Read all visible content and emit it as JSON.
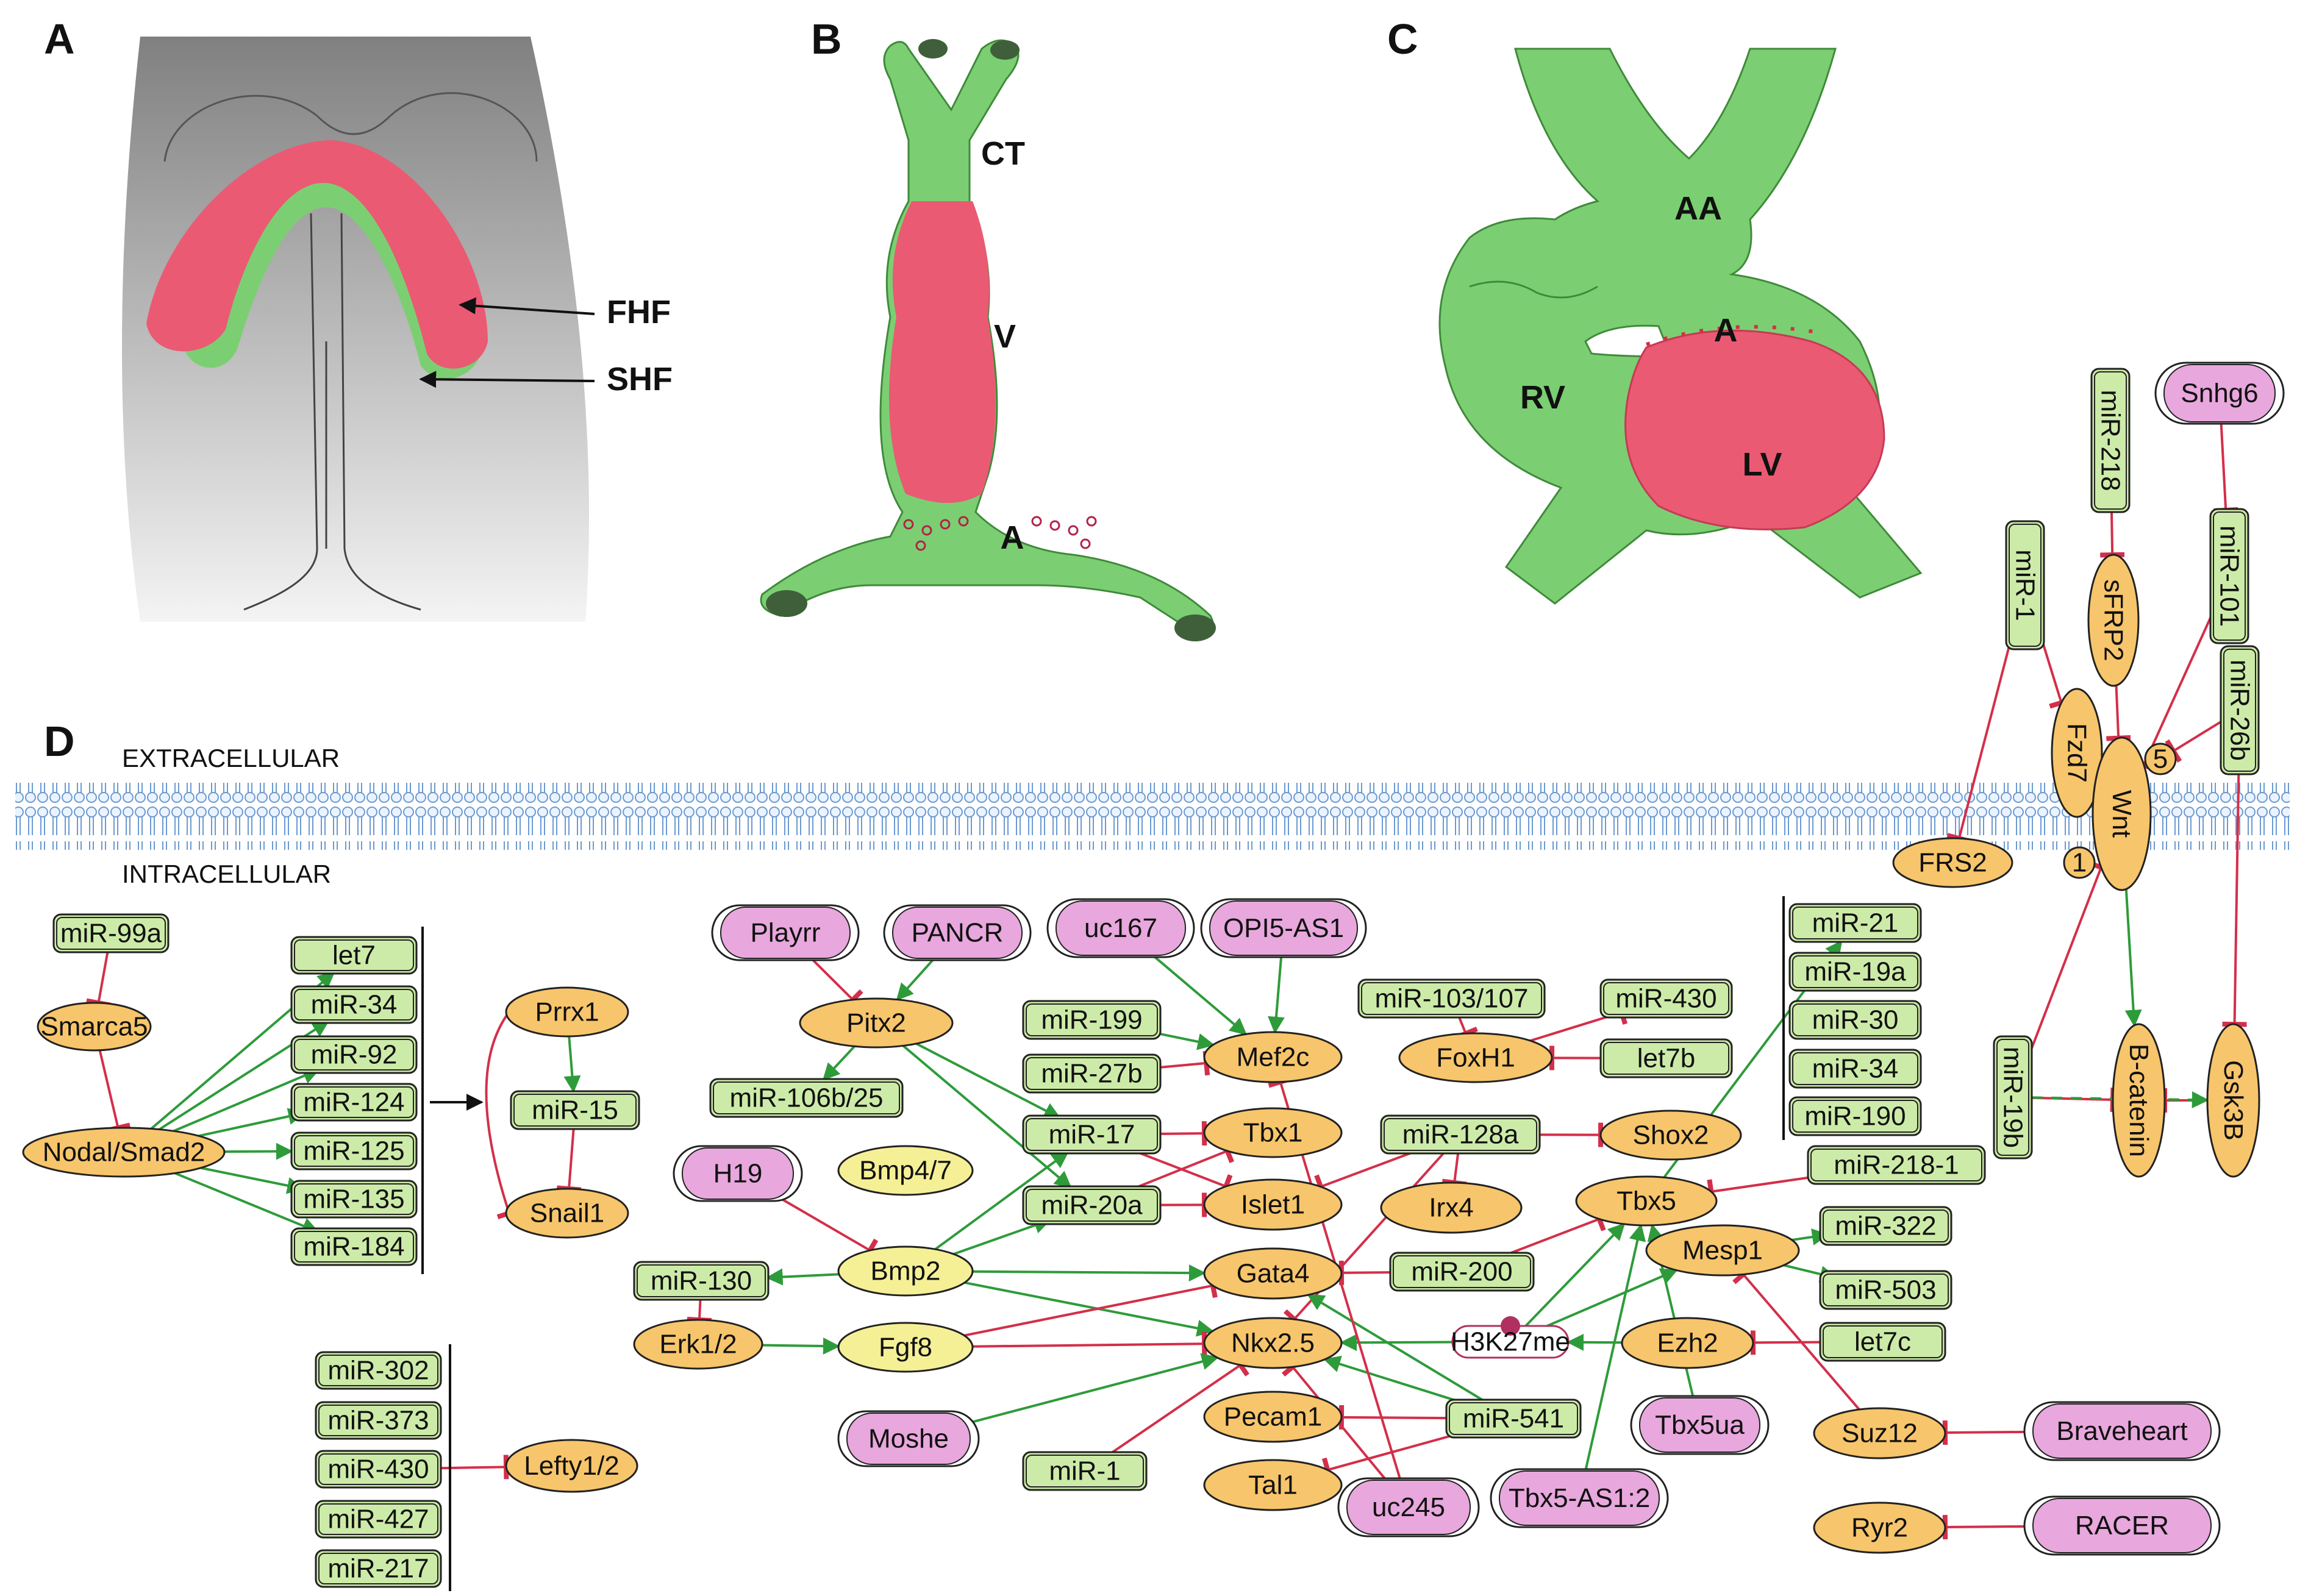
{
  "panels": {
    "a": "A",
    "b": "B",
    "c": "C",
    "d": "D"
  },
  "panel_a": {
    "fhf": "FHF",
    "shf": "SHF"
  },
  "panel_b": {
    "ct": "CT",
    "v": "V",
    "a": "A"
  },
  "panel_c": {
    "aa": "AA",
    "a": "A",
    "rv": "RV",
    "lv": "LV"
  },
  "panel_d": {
    "extracellular": "EXTRACELLULAR",
    "intracellular": "INTRACELLULAR"
  },
  "colors": {
    "fhf_red": "#ea5a73",
    "shf_green": "#7bcf72",
    "protein": "#f7c56b",
    "ligand": "#f5f096",
    "mirna": "#cdeba8",
    "lncrna": "#e8a7dd",
    "activation": "#2e9b3a",
    "inhibition": "#d32f4a",
    "methyl_mark": "#b03060"
  },
  "legend_shapes": {
    "protein": "orange ellipse",
    "ligand": "yellow ellipse",
    "mirna": "green rounded box",
    "lncrna": "pink double-rounded box"
  },
  "nodes": [
    {
      "id": "mir99a",
      "label": "miR-99a",
      "kind": "mirna"
    },
    {
      "id": "smarca5",
      "label": "Smarca5",
      "kind": "protein"
    },
    {
      "id": "nodal",
      "label": "Nodal/Smad2",
      "kind": "protein"
    },
    {
      "id": "let7",
      "label": "let7",
      "kind": "mirna"
    },
    {
      "id": "mir34a",
      "label": "miR-34",
      "kind": "mirna"
    },
    {
      "id": "mir92",
      "label": "miR-92",
      "kind": "mirna"
    },
    {
      "id": "mir124",
      "label": "miR-124",
      "kind": "mirna"
    },
    {
      "id": "mir125",
      "label": "miR-125",
      "kind": "mirna"
    },
    {
      "id": "mir135",
      "label": "miR-135",
      "kind": "mirna"
    },
    {
      "id": "mir184",
      "label": "miR-184",
      "kind": "mirna"
    },
    {
      "id": "prrx1",
      "label": "Prrx1",
      "kind": "protein"
    },
    {
      "id": "mir15",
      "label": "miR-15",
      "kind": "mirna"
    },
    {
      "id": "snail1",
      "label": "Snail1",
      "kind": "protein"
    },
    {
      "id": "mir302",
      "label": "miR-302",
      "kind": "mirna"
    },
    {
      "id": "mir373",
      "label": "miR-373",
      "kind": "mirna"
    },
    {
      "id": "mir430b",
      "label": "miR-430",
      "kind": "mirna"
    },
    {
      "id": "mir427",
      "label": "miR-427",
      "kind": "mirna"
    },
    {
      "id": "mir217",
      "label": "miR-217",
      "kind": "mirna"
    },
    {
      "id": "lefty",
      "label": "Lefty1/2",
      "kind": "protein"
    },
    {
      "id": "playrr",
      "label": "Playrr",
      "kind": "lncrna"
    },
    {
      "id": "pancr",
      "label": "PANCR",
      "kind": "lncrna"
    },
    {
      "id": "pitx2",
      "label": "Pitx2",
      "kind": "protein"
    },
    {
      "id": "mir106",
      "label": "miR-106b/25",
      "kind": "mirna"
    },
    {
      "id": "h19",
      "label": "H19",
      "kind": "lncrna"
    },
    {
      "id": "bmp47",
      "label": "Bmp4/7",
      "kind": "ligand"
    },
    {
      "id": "bmp2",
      "label": "Bmp2",
      "kind": "ligand"
    },
    {
      "id": "mir130",
      "label": "miR-130",
      "kind": "mirna"
    },
    {
      "id": "erk",
      "label": "Erk1/2",
      "kind": "protein"
    },
    {
      "id": "fgf8",
      "label": "Fgf8",
      "kind": "ligand"
    },
    {
      "id": "moshe",
      "label": "Moshe",
      "kind": "lncrna"
    },
    {
      "id": "mir1b",
      "label": "miR-1",
      "kind": "mirna"
    },
    {
      "id": "uc167",
      "label": "uc167",
      "kind": "lncrna"
    },
    {
      "id": "opi5",
      "label": "OPI5-AS1",
      "kind": "lncrna"
    },
    {
      "id": "mir199",
      "label": "miR-199",
      "kind": "mirna"
    },
    {
      "id": "mir27b",
      "label": "miR-27b",
      "kind": "mirna"
    },
    {
      "id": "mir17",
      "label": "miR-17",
      "kind": "mirna"
    },
    {
      "id": "mir20a",
      "label": "miR-20a",
      "kind": "mirna"
    },
    {
      "id": "mef2c",
      "label": "Mef2c",
      "kind": "protein"
    },
    {
      "id": "tbx1",
      "label": "Tbx1",
      "kind": "protein"
    },
    {
      "id": "islet1",
      "label": "Islet1",
      "kind": "protein"
    },
    {
      "id": "gata4",
      "label": "Gata4",
      "kind": "protein"
    },
    {
      "id": "nkx25",
      "label": "Nkx2.5",
      "kind": "protein"
    },
    {
      "id": "pecam1",
      "label": "Pecam1",
      "kind": "protein"
    },
    {
      "id": "tal1",
      "label": "Tal1",
      "kind": "protein"
    },
    {
      "id": "uc245",
      "label": "uc245",
      "kind": "lncrna"
    },
    {
      "id": "mir103",
      "label": "miR-103/107",
      "kind": "mirna"
    },
    {
      "id": "foxh1",
      "label": "FoxH1",
      "kind": "protein"
    },
    {
      "id": "mir430a",
      "label": "miR-430",
      "kind": "mirna"
    },
    {
      "id": "let7b",
      "label": "let7b",
      "kind": "mirna"
    },
    {
      "id": "mir128a",
      "label": "miR-128a",
      "kind": "mirna"
    },
    {
      "id": "shox2",
      "label": "Shox2",
      "kind": "protein"
    },
    {
      "id": "irx4",
      "label": "Irx4",
      "kind": "protein"
    },
    {
      "id": "tbx5",
      "label": "Tbx5",
      "kind": "protein"
    },
    {
      "id": "mir200",
      "label": "miR-200",
      "kind": "mirna"
    },
    {
      "id": "mir541",
      "label": "miR-541",
      "kind": "mirna"
    },
    {
      "id": "tbx5as",
      "label": "Tbx5-AS1:2",
      "kind": "lncrna"
    },
    {
      "id": "tbx5ua",
      "label": "Tbx5ua",
      "kind": "lncrna"
    },
    {
      "id": "mesp1",
      "label": "Mesp1",
      "kind": "protein"
    },
    {
      "id": "ezh2",
      "label": "Ezh2",
      "kind": "protein"
    },
    {
      "id": "let7c",
      "label": "let7c",
      "kind": "mirna"
    },
    {
      "id": "suz12",
      "label": "Suz12",
      "kind": "protein"
    },
    {
      "id": "braveheart",
      "label": "Braveheart",
      "kind": "lncrna"
    },
    {
      "id": "ryr2",
      "label": "Ryr2",
      "kind": "protein"
    },
    {
      "id": "racer",
      "label": "RACER",
      "kind": "lncrna"
    },
    {
      "id": "mir21",
      "label": "miR-21",
      "kind": "mirna"
    },
    {
      "id": "mir19a",
      "label": "miR-19a",
      "kind": "mirna"
    },
    {
      "id": "mir30",
      "label": "miR-30",
      "kind": "mirna"
    },
    {
      "id": "mir34b",
      "label": "miR-34",
      "kind": "mirna"
    },
    {
      "id": "mir190",
      "label": "miR-190",
      "kind": "mirna"
    },
    {
      "id": "mir2181",
      "label": "miR-218-1",
      "kind": "mirna"
    },
    {
      "id": "mir322",
      "label": "miR-322",
      "kind": "mirna"
    },
    {
      "id": "mir503",
      "label": "miR-503",
      "kind": "mirna"
    },
    {
      "id": "frs2",
      "label": "FRS2",
      "kind": "protein"
    },
    {
      "id": "mir218",
      "label": "miR-218",
      "kind": "mirna"
    },
    {
      "id": "snhg6",
      "label": "Snhg6",
      "kind": "lncrna"
    },
    {
      "id": "mir1a",
      "label": "miR-1",
      "kind": "mirna"
    },
    {
      "id": "sfrp2",
      "label": "sFRP2",
      "kind": "protein"
    },
    {
      "id": "mir101",
      "label": "miR-101",
      "kind": "mirna"
    },
    {
      "id": "mir26b",
      "label": "miR-26b",
      "kind": "mirna"
    },
    {
      "id": "fzd7",
      "label": "Fzd7",
      "kind": "protein"
    },
    {
      "id": "wnt",
      "label": "Wnt",
      "kind": "protein"
    },
    {
      "id": "wnt5",
      "label": "5",
      "kind": "protein"
    },
    {
      "id": "wnt1",
      "label": "1",
      "kind": "protein"
    },
    {
      "id": "mir19b",
      "label": "miR-19b",
      "kind": "mirna"
    },
    {
      "id": "bcat",
      "label": "B-catenin",
      "kind": "protein"
    },
    {
      "id": "gsk3b",
      "label": "Gsk3B",
      "kind": "protein"
    },
    {
      "id": "h3k27",
      "label": "H3K27me",
      "kind": "mark"
    }
  ],
  "edges": [
    {
      "from": "mir99a",
      "to": "smarca5",
      "type": "inhibit"
    },
    {
      "from": "smarca5",
      "to": "nodal",
      "type": "inhibit"
    },
    {
      "from": "nodal",
      "to": "let7",
      "type": "activate"
    },
    {
      "from": "nodal",
      "to": "mir34a",
      "type": "activate"
    },
    {
      "from": "nodal",
      "to": "mir92",
      "type": "activate"
    },
    {
      "from": "nodal",
      "to": "mir124",
      "type": "activate"
    },
    {
      "from": "nodal",
      "to": "mir125",
      "type": "activate"
    },
    {
      "from": "nodal",
      "to": "mir135",
      "type": "activate"
    },
    {
      "from": "nodal",
      "to": "mir184",
      "type": "activate"
    },
    {
      "from": "mir15",
      "to": "snail1",
      "type": "inhibit"
    },
    {
      "from": "prrx1",
      "to": "mir15",
      "type": "activate"
    },
    {
      "from": "mir430b",
      "to": "lefty",
      "type": "inhibit"
    },
    {
      "from": "playrr",
      "to": "pitx2",
      "type": "inhibit"
    },
    {
      "from": "pancr",
      "to": "pitx2",
      "type": "activate"
    },
    {
      "from": "pitx2",
      "to": "mir106",
      "type": "activate"
    },
    {
      "from": "pitx2",
      "to": "mir17",
      "type": "activate"
    },
    {
      "from": "pitx2",
      "to": "mir20a",
      "type": "activate"
    },
    {
      "from": "h19",
      "to": "bmp2",
      "type": "inhibit"
    },
    {
      "from": "bmp2",
      "to": "mir130",
      "type": "activate"
    },
    {
      "from": "bmp2",
      "to": "mir17",
      "type": "activate"
    },
    {
      "from": "bmp2",
      "to": "mir20a",
      "type": "activate"
    },
    {
      "from": "bmp2",
      "to": "gata4",
      "type": "activate"
    },
    {
      "from": "bmp2",
      "to": "nkx25",
      "type": "activate"
    },
    {
      "from": "mir130",
      "to": "erk",
      "type": "inhibit"
    },
    {
      "from": "erk",
      "to": "fgf8",
      "type": "activate"
    },
    {
      "from": "fgf8",
      "to": "gata4",
      "type": "inhibit"
    },
    {
      "from": "fgf8",
      "to": "nkx25",
      "type": "inhibit"
    },
    {
      "from": "moshe",
      "to": "nkx25",
      "type": "activate"
    },
    {
      "from": "mir1b",
      "to": "nkx25",
      "type": "inhibit"
    },
    {
      "from": "uc167",
      "to": "mef2c",
      "type": "activate"
    },
    {
      "from": "opi5",
      "to": "mef2c",
      "type": "activate"
    },
    {
      "from": "mir199",
      "to": "mef2c",
      "type": "activate"
    },
    {
      "from": "mir27b",
      "to": "mef2c",
      "type": "inhibit"
    },
    {
      "from": "mir17",
      "to": "tbx1",
      "type": "inhibit"
    },
    {
      "from": "mir17",
      "to": "islet1",
      "type": "inhibit"
    },
    {
      "from": "mir20a",
      "to": "tbx1",
      "type": "inhibit"
    },
    {
      "from": "mir20a",
      "to": "islet1",
      "type": "inhibit"
    },
    {
      "from": "mir103",
      "to": "foxh1",
      "type": "inhibit"
    },
    {
      "from": "foxh1",
      "to": "mir430a",
      "type": "inhibit"
    },
    {
      "from": "let7b",
      "to": "foxh1",
      "type": "inhibit"
    },
    {
      "from": "mir128a",
      "to": "shox2",
      "type": "inhibit"
    },
    {
      "from": "mir128a",
      "to": "islet1",
      "type": "inhibit"
    },
    {
      "from": "mir128a",
      "to": "irx4",
      "type": "inhibit"
    },
    {
      "from": "mir128a",
      "to": "nkx25",
      "type": "inhibit"
    },
    {
      "from": "mir200",
      "to": "gata4",
      "type": "inhibit"
    },
    {
      "from": "mir200",
      "to": "tbx5",
      "type": "inhibit"
    },
    {
      "from": "tbx5",
      "to": "mir21",
      "type": "activate"
    },
    {
      "from": "mir2181",
      "to": "tbx5",
      "type": "inhibit"
    },
    {
      "from": "mesp1",
      "to": "mir322",
      "type": "activate"
    },
    {
      "from": "mesp1",
      "to": "mir503",
      "type": "activate"
    },
    {
      "from": "h3k27",
      "to": "nkx25",
      "type": "activate"
    },
    {
      "from": "h3k27",
      "to": "tbx5",
      "type": "activate"
    },
    {
      "from": "h3k27",
      "to": "mesp1",
      "type": "activate"
    },
    {
      "from": "ezh2",
      "to": "h3k27",
      "type": "activate"
    },
    {
      "from": "let7c",
      "to": "ezh2",
      "type": "inhibit"
    },
    {
      "from": "suz12",
      "to": "mesp1",
      "type": "inhibit"
    },
    {
      "from": "braveheart",
      "to": "suz12",
      "type": "inhibit"
    },
    {
      "from": "racer",
      "to": "ryr2",
      "type": "inhibit"
    },
    {
      "from": "mir541",
      "to": "gata4",
      "type": "activate"
    },
    {
      "from": "mir541",
      "to": "nkx25",
      "type": "activate"
    },
    {
      "from": "mir541",
      "to": "pecam1",
      "type": "inhibit"
    },
    {
      "from": "mir541",
      "to": "tal1",
      "type": "inhibit"
    },
    {
      "from": "uc245",
      "to": "mef2c",
      "type": "inhibit"
    },
    {
      "from": "uc245",
      "to": "nkx25",
      "type": "inhibit"
    },
    {
      "from": "tbx5as",
      "to": "tbx5",
      "type": "activate"
    },
    {
      "from": "tbx5ua",
      "to": "tbx5",
      "type": "activate"
    },
    {
      "from": "mir1a",
      "to": "fzd7",
      "type": "inhibit"
    },
    {
      "from": "mir1a",
      "to": "frs2",
      "type": "inhibit"
    },
    {
      "from": "mir218",
      "to": "sfrp2",
      "type": "inhibit"
    },
    {
      "from": "snhg6",
      "to": "mir101",
      "type": "inhibit"
    },
    {
      "from": "sfrp2",
      "to": "wnt",
      "type": "inhibit"
    },
    {
      "from": "mir101",
      "to": "wnt",
      "type": "inhibit"
    },
    {
      "from": "mir26b",
      "to": "wnt5",
      "type": "inhibit"
    },
    {
      "from": "mir26b",
      "to": "gsk3b",
      "type": "inhibit"
    },
    {
      "from": "wnt",
      "to": "bcat",
      "type": "activate"
    },
    {
      "from": "gsk3b",
      "to": "bcat",
      "type": "inhibit"
    },
    {
      "from": "mir19b",
      "to": "wnt",
      "type": "inhibit"
    },
    {
      "from": "mir19b",
      "to": "bcat",
      "type": "inhibit"
    },
    {
      "from": "mir19b",
      "to": "gsk3b",
      "type": "activate",
      "style": "dashed"
    }
  ]
}
